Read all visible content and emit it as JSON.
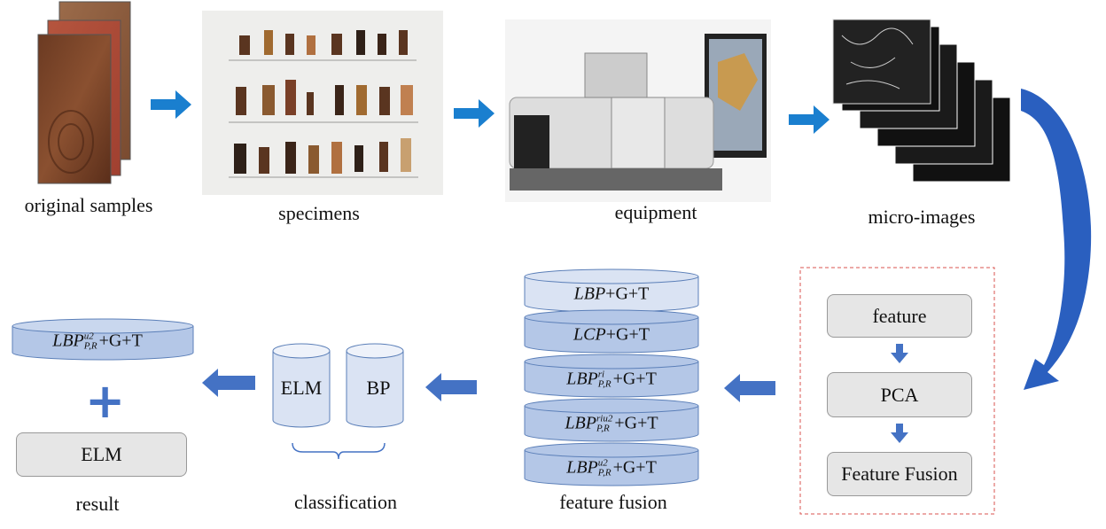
{
  "pipeline": {
    "original_samples": "original samples",
    "specimens": "specimens",
    "equipment": "equipment",
    "micro_images": "micro-images",
    "feature_fusion": "feature fusion",
    "classification": "classification",
    "result": "result"
  },
  "process_box": {
    "feature": "feature",
    "pca": "PCA",
    "feature_fusion": "Feature Fusion"
  },
  "fusion_stack": [
    {
      "base": "LBP",
      "sup": "",
      "sub": "",
      "rest": "+G+T"
    },
    {
      "base": "LCP",
      "sup": "",
      "sub": "",
      "rest": "+G+T"
    },
    {
      "base": "LBP",
      "sup": "ri",
      "sub": "P,R",
      "rest": "+G+T"
    },
    {
      "base": "LBP",
      "sup": "riu2",
      "sub": "P,R",
      "rest": "+G+T"
    },
    {
      "base": "LBP",
      "sup": "u2",
      "sub": "P,R",
      "rest": "+G+T"
    }
  ],
  "classifiers": {
    "elm": "ELM",
    "bp": "BP"
  },
  "result_block": {
    "base": "LBP",
    "sup": "u2",
    "sub": "P,R",
    "rest": "+G+T",
    "plus": "+",
    "classifier": "ELM"
  },
  "colors": {
    "arrow": "#1a7fcf",
    "block_arrow": "#4472c4",
    "cylinder": "#b4c7e7",
    "cylinder_light": "#dae3f3",
    "dashed_border": "#d9534f"
  }
}
